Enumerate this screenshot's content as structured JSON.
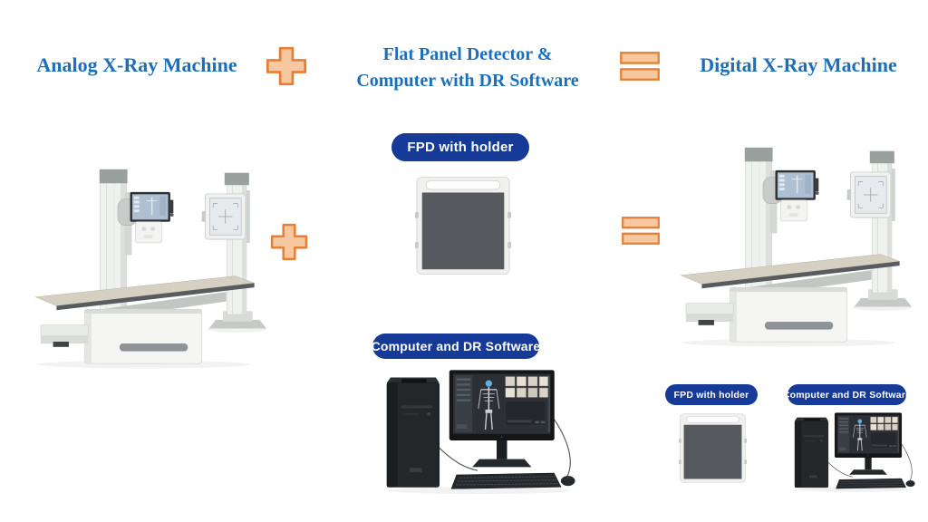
{
  "header": {
    "analog_label": "Analog X-Ray Machine",
    "components_label_line1": "Flat Panel Detector &",
    "components_label_line2": "Computer with DR Software",
    "digital_label": "Digital X-Ray Machine"
  },
  "badges": {
    "fpd_label": "FPD with holder",
    "computer_label": "Computer and DR Software"
  },
  "icons": {
    "plus": "plus-icon",
    "equals": "equals-icon"
  },
  "colors": {
    "heading_text": "#1c6fba",
    "badge_background": "#163a97",
    "badge_text": "#ffffff",
    "operator_fill": "#f7c89f",
    "operator_stroke": "#e67f35",
    "detector_plate": "#56595d"
  }
}
